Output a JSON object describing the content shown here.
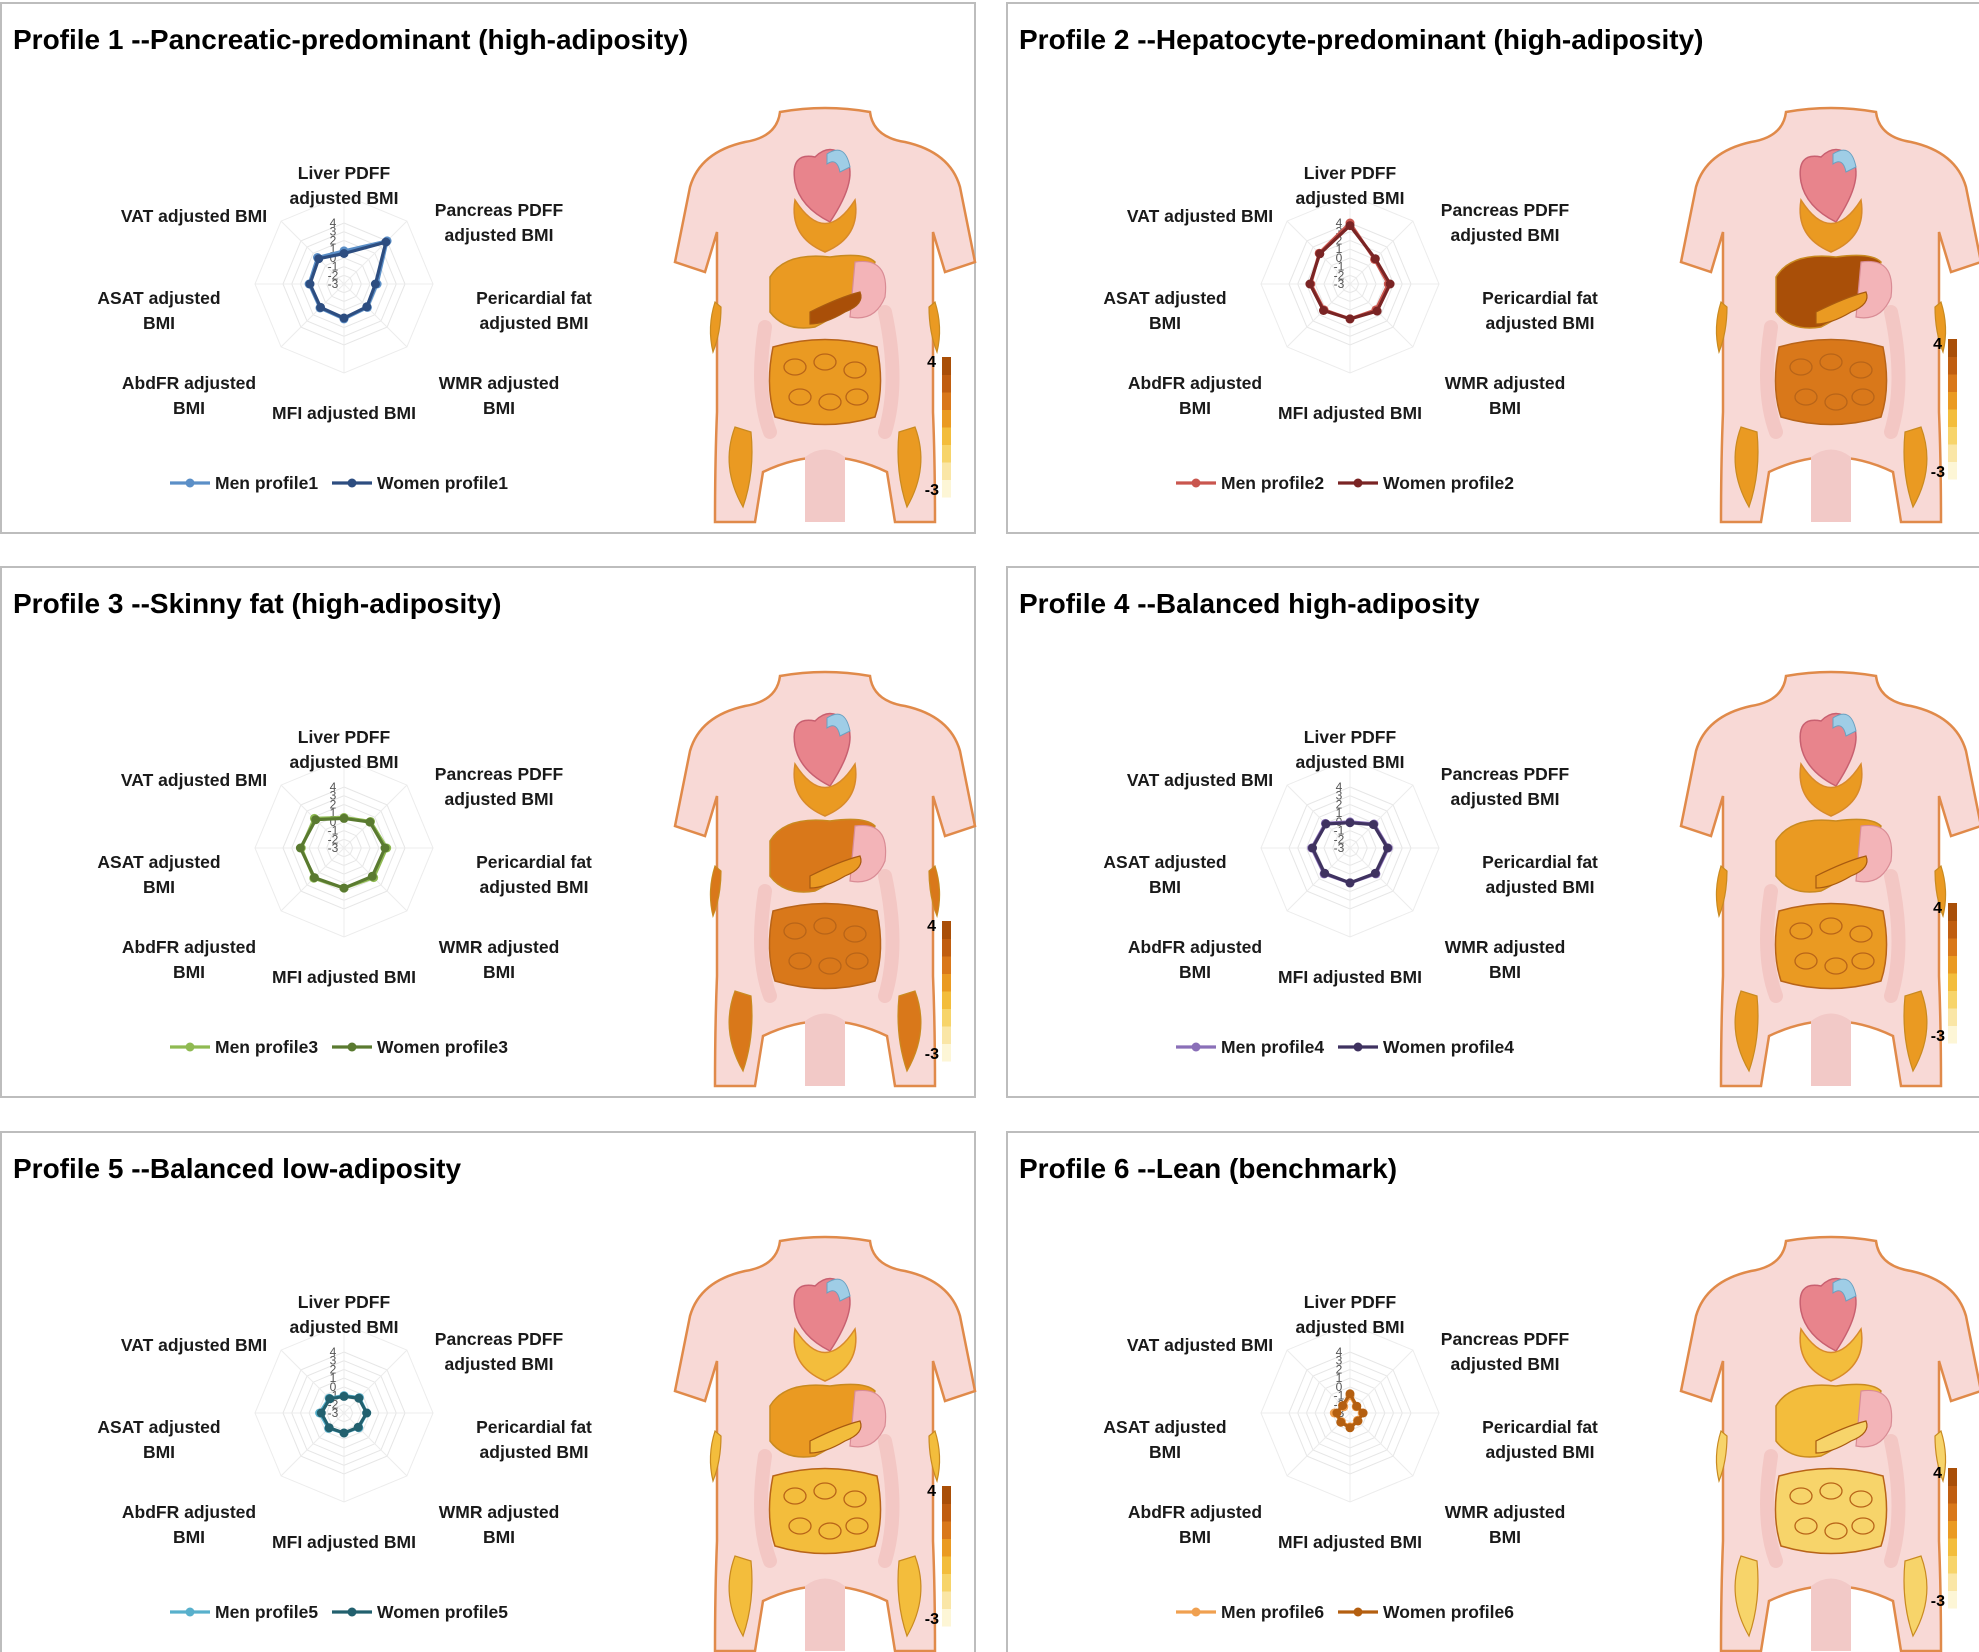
{
  "figure": {
    "colorbar": {
      "max_label": "4",
      "min_label": "-3",
      "colors": [
        "#fdf6d6",
        "#fae6a6",
        "#f7d46a",
        "#f3bd3c",
        "#ea9a22",
        "#d9781a",
        "#c05e10",
        "#a94f08"
      ]
    },
    "body_colors": {
      "skin": "#f8d9d6",
      "outline": "#e08a4a",
      "heart": "#e8848c",
      "vessel": "#9fcde6",
      "bowel_light": "#f3c7c4",
      "fat": "#f5b735"
    }
  },
  "chart_data": [
    {
      "type": "radar",
      "title": "Profile 1 --Pancreatic-predominant (high-adiposity)",
      "axes": [
        "Liver PDFF adjusted BMI",
        "Pancreas PDFF adjusted BMI",
        "Pericardial fat adjusted BMI",
        "WMR adjusted BMI",
        "MFI adjusted BMI",
        "AbdFR adjusted BMI",
        "ASAT adjusted BMI",
        "VAT adjusted BMI"
      ],
      "axis_labels": [
        [
          "Liver PDFF",
          "adjusted BMI"
        ],
        [
          "Pancreas PDFF",
          "adjusted BMI"
        ],
        [
          "Pericardial fat",
          "adjusted BMI"
        ],
        [
          "WMR adjusted",
          "BMI"
        ],
        [
          "MFI adjusted BMI"
        ],
        [
          "AbdFR adjusted",
          "BMI"
        ],
        [
          "ASAT adjusted",
          "BMI"
        ],
        [
          "VAT adjusted BMI"
        ]
      ],
      "r_ticks": [
        "4",
        "3",
        "2",
        "1",
        "0",
        "-1",
        "-2",
        "-3"
      ],
      "rlim": [
        -3,
        4
      ],
      "series": [
        {
          "name": "Men profile1",
          "color": "#5b8fc7",
          "values": [
            0.8,
            4.0,
            0.8,
            0.8,
            1.0,
            0.9,
            1.0,
            1.3
          ]
        },
        {
          "name": "Women profile1",
          "color": "#2d4d80",
          "values": [
            0.5,
            3.8,
            0.6,
            0.7,
            0.9,
            0.8,
            0.9,
            1.1
          ]
        }
      ],
      "organ_levels": {
        "heart": 0.5,
        "pancreas": 4.0,
        "liver": 0.8,
        "intestine": 0.9,
        "thigh": 0.8,
        "flank": 0.8
      }
    },
    {
      "type": "radar",
      "title": "Profile 2 --Hepatocyte-predominant (high-adiposity)",
      "axes": [
        "Liver PDFF adjusted BMI",
        "Pancreas PDFF adjusted BMI",
        "Pericardial fat adjusted BMI",
        "WMR adjusted BMI",
        "MFI adjusted BMI",
        "AbdFR adjusted BMI",
        "ASAT adjusted BMI",
        "VAT adjusted BMI"
      ],
      "axis_labels": [
        [
          "Liver PDFF",
          "adjusted BMI"
        ],
        [
          "Pancreas PDFF",
          "adjusted BMI"
        ],
        [
          "Pericardial fat",
          "adjusted BMI"
        ],
        [
          "WMR adjusted",
          "BMI"
        ],
        [
          "MFI adjusted BMI"
        ],
        [
          "AbdFR adjusted",
          "BMI"
        ],
        [
          "ASAT adjusted",
          "BMI"
        ],
        [
          "VAT adjusted BMI"
        ]
      ],
      "r_ticks": [
        "4",
        "3",
        "2",
        "1",
        "0",
        "-1",
        "-2",
        "-3"
      ],
      "rlim": [
        -3,
        4
      ],
      "series": [
        {
          "name": "Men profile2",
          "color": "#c9564e",
          "values": [
            4.0,
            1.0,
            1.4,
            1.2,
            1.0,
            1.2,
            1.5,
            2.0
          ]
        },
        {
          "name": "Women profile2",
          "color": "#7a2424",
          "values": [
            3.7,
            1.1,
            1.6,
            1.4,
            1.0,
            1.3,
            1.6,
            1.9
          ]
        }
      ],
      "organ_levels": {
        "heart": 0.5,
        "pancreas": 1.0,
        "liver": 4.0,
        "intestine": 1.5,
        "thigh": 1.0,
        "flank": 1.0
      }
    },
    {
      "type": "radar",
      "title": "Profile 3 --Skinny fat (high-adiposity)",
      "axes": [
        "Liver PDFF adjusted BMI",
        "Pancreas PDFF adjusted BMI",
        "Pericardial fat adjusted BMI",
        "WMR adjusted BMI",
        "MFI adjusted BMI",
        "AbdFR adjusted BMI",
        "ASAT adjusted BMI",
        "VAT adjusted BMI"
      ],
      "axis_labels": [
        [
          "Liver PDFF",
          "adjusted BMI"
        ],
        [
          "Pancreas PDFF",
          "adjusted BMI"
        ],
        [
          "Pericardial fat",
          "adjusted BMI"
        ],
        [
          "WMR adjusted",
          "BMI"
        ],
        [
          "MFI adjusted BMI"
        ],
        [
          "AbdFR adjusted",
          "BMI"
        ],
        [
          "ASAT adjusted",
          "BMI"
        ],
        [
          "VAT adjusted BMI"
        ]
      ],
      "r_ticks": [
        "4",
        "3",
        "2",
        "1",
        "0",
        "-1",
        "-2",
        "-3"
      ],
      "rlim": [
        -3,
        4
      ],
      "series": [
        {
          "name": "Men profile3",
          "color": "#8fba52",
          "values": [
            0.5,
            1.3,
            1.9,
            1.8,
            1.6,
            1.9,
            1.9,
            1.8
          ]
        },
        {
          "name": "Women profile3",
          "color": "#5a7a30",
          "values": [
            0.4,
            1.2,
            1.7,
            1.6,
            1.6,
            1.8,
            2.0,
            1.6
          ]
        }
      ],
      "organ_levels": {
        "heart": 0.5,
        "pancreas": 1.2,
        "liver": 1.6,
        "intestine": 2.2,
        "thigh": 1.8,
        "flank": 1.8
      }
    },
    {
      "type": "radar",
      "title": "Profile 4 --Balanced high-adiposity",
      "axes": [
        "Liver PDFF adjusted BMI",
        "Pancreas PDFF adjusted BMI",
        "Pericardial fat adjusted BMI",
        "WMR adjusted BMI",
        "MFI adjusted BMI",
        "AbdFR adjusted BMI",
        "ASAT adjusted BMI",
        "VAT adjusted BMI"
      ],
      "axis_labels": [
        [
          "Liver PDFF",
          "adjusted BMI"
        ],
        [
          "Pancreas PDFF",
          "adjusted BMI"
        ],
        [
          "Pericardial fat",
          "adjusted BMI"
        ],
        [
          "WMR adjusted",
          "BMI"
        ],
        [
          "MFI adjusted BMI"
        ],
        [
          "AbdFR adjusted",
          "BMI"
        ],
        [
          "ASAT adjusted",
          "BMI"
        ],
        [
          "VAT adjusted BMI"
        ]
      ],
      "r_ticks": [
        "4",
        "3",
        "2",
        "1",
        "0",
        "-1",
        "-2",
        "-3"
      ],
      "rlim": [
        -3,
        4
      ],
      "series": [
        {
          "name": "Men profile4",
          "color": "#8a6fb8",
          "values": [
            0.0,
            0.9,
            1.4,
            1.2,
            1.0,
            1.2,
            1.4,
            1.0
          ]
        },
        {
          "name": "Women profile4",
          "color": "#3f3260",
          "values": [
            -0.1,
            0.8,
            1.3,
            1.1,
            1.0,
            1.1,
            1.3,
            0.9
          ]
        }
      ],
      "organ_levels": {
        "heart": 0.5,
        "pancreas": 0.8,
        "liver": 1.0,
        "intestine": 1.0,
        "thigh": 1.0,
        "flank": 1.0
      }
    },
    {
      "type": "radar",
      "title": "Profile 5 --Balanced low-adiposity",
      "axes": [
        "Liver PDFF adjusted BMI",
        "Pancreas PDFF adjusted BMI",
        "Pericardial fat adjusted BMI",
        "WMR adjusted BMI",
        "MFI adjusted BMI",
        "AbdFR adjusted BMI",
        "ASAT adjusted BMI",
        "VAT adjusted BMI"
      ],
      "axis_labels": [
        [
          "Liver PDFF",
          "adjusted BMI"
        ],
        [
          "Pancreas PDFF",
          "adjusted BMI"
        ],
        [
          "Pericardial fat",
          "adjusted BMI"
        ],
        [
          "WMR adjusted",
          "BMI"
        ],
        [
          "MFI adjusted BMI"
        ],
        [
          "AbdFR adjusted",
          "BMI"
        ],
        [
          "ASAT adjusted",
          "BMI"
        ],
        [
          "VAT adjusted BMI"
        ]
      ],
      "r_ticks": [
        "4",
        "3",
        "2",
        "1",
        "0",
        "-1",
        "-2",
        "-3"
      ],
      "rlim": [
        -3,
        4
      ],
      "series": [
        {
          "name": "Men profile5",
          "color": "#58b0cc",
          "values": [
            -1.0,
            -0.5,
            -0.4,
            -0.6,
            -0.7,
            -0.5,
            -0.2,
            -0.6
          ]
        },
        {
          "name": "Women profile5",
          "color": "#22606e",
          "values": [
            -1.1,
            -0.6,
            -0.4,
            -0.7,
            -0.7,
            -0.6,
            -0.4,
            -0.7
          ]
        }
      ],
      "organ_levels": {
        "heart": 0.0,
        "pancreas": -0.5,
        "liver": 0.5,
        "intestine": -0.5,
        "thigh": -0.5,
        "flank": -0.5
      }
    },
    {
      "type": "radar",
      "title": "Profile 6 --Lean (benchmark)",
      "axes": [
        "Liver PDFF adjusted BMI",
        "Pancreas PDFF adjusted BMI",
        "Pericardial fat adjusted BMI",
        "WMR adjusted BMI",
        "MFI adjusted BMI",
        "AbdFR adjusted BMI",
        "ASAT adjusted BMI",
        "VAT adjusted BMI"
      ],
      "axis_labels": [
        [
          "Liver PDFF",
          "adjusted BMI"
        ],
        [
          "Pancreas PDFF",
          "adjusted BMI"
        ],
        [
          "Pericardial fat",
          "adjusted BMI"
        ],
        [
          "WMR adjusted",
          "BMI"
        ],
        [
          "MFI adjusted BMI"
        ],
        [
          "AbdFR adjusted",
          "BMI"
        ],
        [
          "ASAT adjusted",
          "BMI"
        ],
        [
          "VAT adjusted BMI"
        ]
      ],
      "r_ticks": [
        "4",
        "3",
        "2",
        "1",
        "0",
        "-1",
        "-2",
        "-3"
      ],
      "rlim": [
        -3,
        4
      ],
      "series": [
        {
          "name": "Men profile6",
          "color": "#f0a050",
          "values": [
            -1.0,
            -2.0,
            -1.6,
            -1.8,
            -1.4,
            -1.6,
            -1.2,
            -2.0
          ]
        },
        {
          "name": "Women profile6",
          "color": "#b45f10",
          "values": [
            -0.8,
            -1.9,
            -1.5,
            -1.7,
            -1.3,
            -1.5,
            -1.5,
            -1.8
          ]
        }
      ],
      "organ_levels": {
        "heart": 0.0,
        "pancreas": -1.0,
        "liver": 0.3,
        "intestine": -1.0,
        "thigh": -1.0,
        "flank": -1.0
      }
    }
  ]
}
